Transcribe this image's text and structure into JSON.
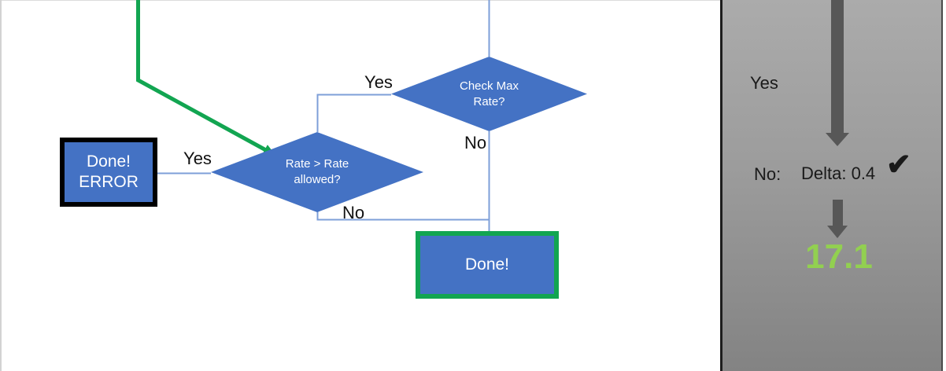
{
  "flowchart": {
    "check_max_diamond": {
      "line1": "Check Max",
      "line2": "Rate?"
    },
    "rate_diamond": {
      "line1": "Rate > Rate",
      "line2": "allowed?"
    },
    "error_box": {
      "line1": "Done!",
      "line2": "ERROR"
    },
    "done_box": {
      "label": "Done!"
    },
    "labels": {
      "check_max_yes": "Yes",
      "check_max_no": "No",
      "rate_yes": "Yes",
      "rate_no": "No"
    }
  },
  "side_panel": {
    "yes_label": "Yes",
    "no_label": "No:",
    "delta_label": "Delta: 0.4",
    "check_icon": "✔",
    "result_value": "17.1"
  },
  "colors": {
    "shape_blue": "#4472C4",
    "connector_blue": "#7E9FD8",
    "flow_green": "#12A551",
    "result_green": "#92D050",
    "arrow_gray": "#575757",
    "panel_gray_top": "#ABABAB",
    "panel_gray_bottom": "#838383"
  }
}
